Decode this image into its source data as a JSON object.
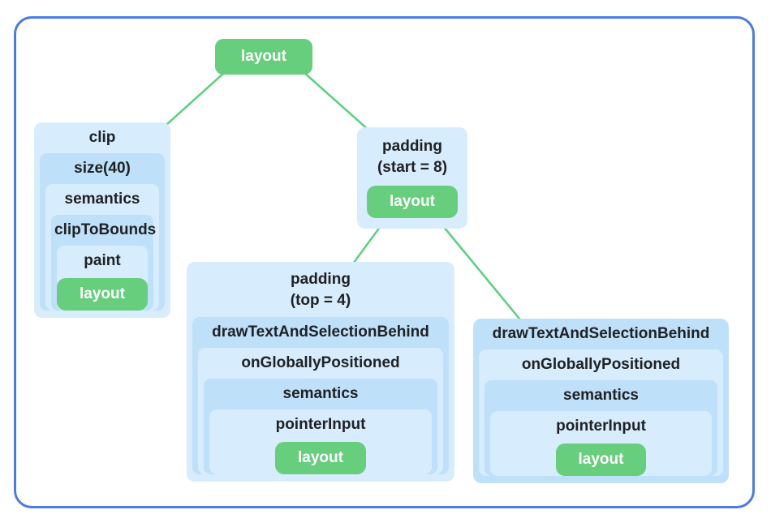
{
  "tree": {
    "root": {
      "label": "layout"
    },
    "clip": {
      "label": "clip",
      "levels": [
        "size(40)",
        "semantics",
        "clipToBounds",
        "paint"
      ],
      "leaf": "layout"
    },
    "padding_start": {
      "label": "padding\n(start = 8)",
      "leaf": "layout"
    },
    "padding_top": {
      "label": "padding\n(top = 4)",
      "levels": [
        "drawTextAndSelectionBehind",
        "onGloballyPositioned",
        "semantics",
        "pointerInput"
      ],
      "leaf": "layout"
    },
    "draw_text": {
      "label": "drawTextAndSelectionBehind",
      "levels": [
        "onGloballyPositioned",
        "semantics",
        "pointerInput"
      ],
      "leaf": "layout"
    },
    "colors": {
      "node_green": "#67CE7D",
      "edge_green": "#5FD180",
      "box_blue_light": "#D7ECFC",
      "box_blue_dark": "#BEE0F8",
      "frame_blue": "#4A7BE9",
      "label_text": "#202124",
      "node_text": "#FFFFFF"
    }
  }
}
